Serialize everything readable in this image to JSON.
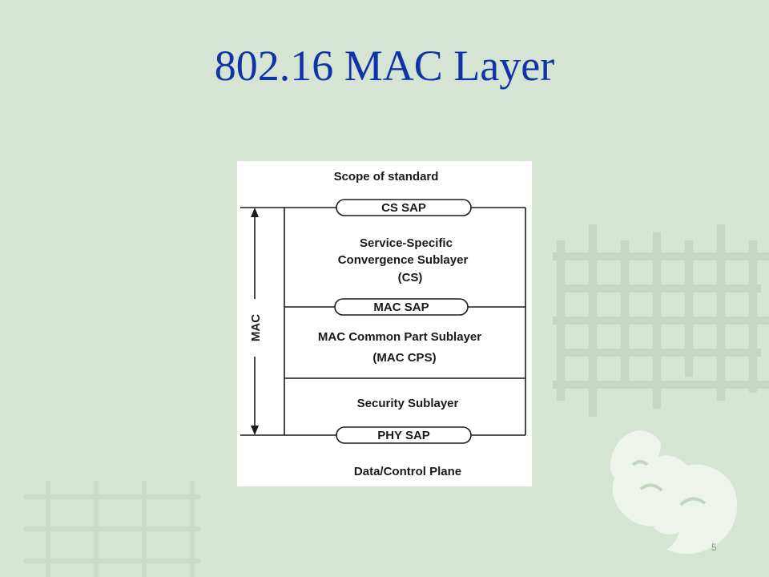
{
  "slide": {
    "title": "802.16 MAC Layer",
    "page_number": "5"
  },
  "diagram": {
    "scope_label": "Scope of standard",
    "mac_label": "MAC",
    "saps": {
      "cs": "CS SAP",
      "mac": "MAC SAP",
      "phy": "PHY SAP"
    },
    "sublayers": {
      "cs": {
        "line1": "Service-Specific",
        "line2": "Convergence Sublayer",
        "line3": "(CS)"
      },
      "cps": {
        "line1": "MAC Common Part Sublayer",
        "line2": "(MAC CPS)"
      },
      "security": {
        "line1": "Security Sublayer"
      }
    },
    "bottom_label": "Data/Control Plane"
  },
  "colors": {
    "background": "#d5e4d3",
    "title": "#1133aa",
    "diagram_line": "#1a1a1a"
  }
}
